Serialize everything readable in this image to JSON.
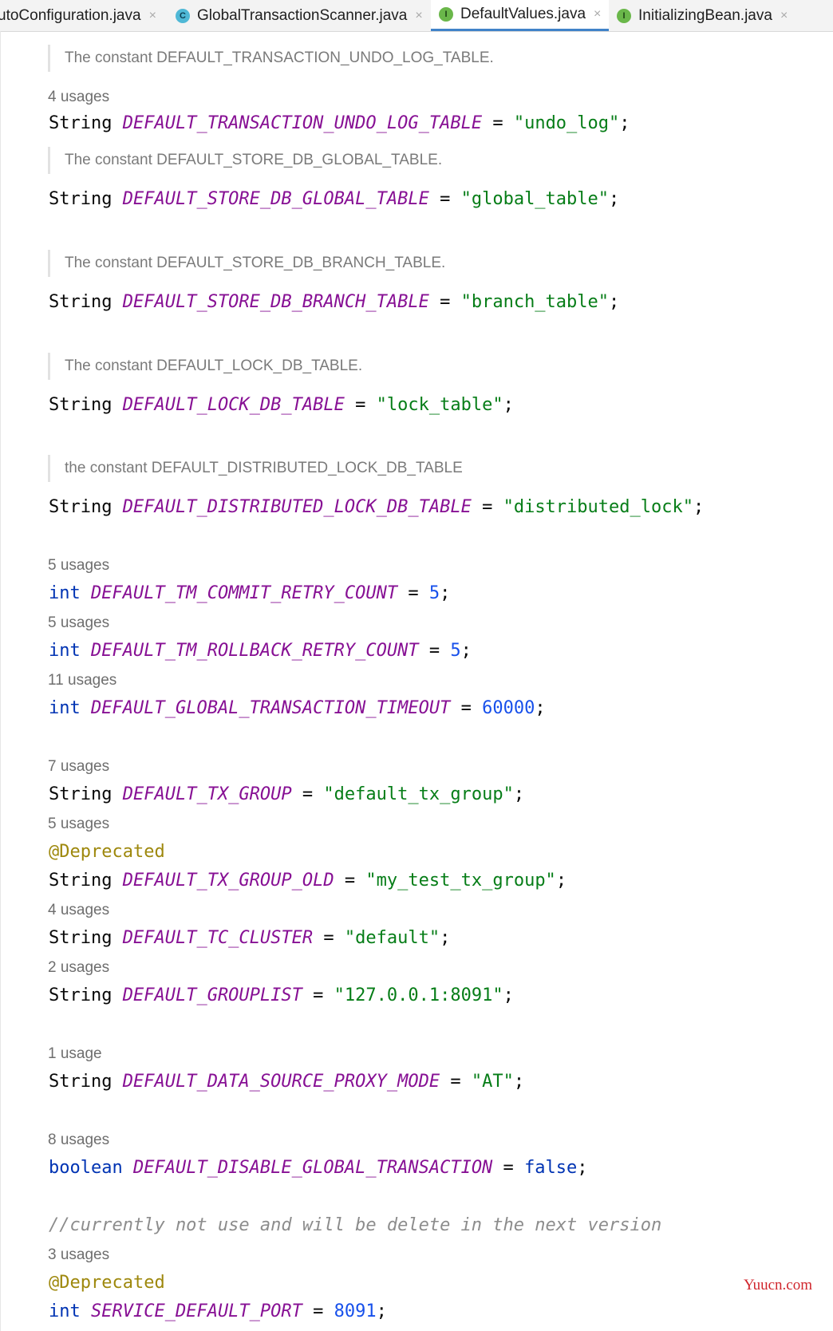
{
  "tabs": [
    {
      "label": "utoConfiguration.java",
      "icon": "",
      "active": false
    },
    {
      "label": "GlobalTransactionScanner.java",
      "icon": "class-icon",
      "icon_glyph": "C",
      "active": false
    },
    {
      "label": "DefaultValues.java",
      "icon": "interface-icon",
      "icon_glyph": "I",
      "active": true
    },
    {
      "label": "InitializingBean.java",
      "icon": "interface-icon",
      "icon_glyph": "I",
      "active": false
    }
  ],
  "close_glyph": "×",
  "docs": [
    "The constant DEFAULT_TRANSACTION_UNDO_LOG_TABLE.",
    "The constant DEFAULT_STORE_DB_GLOBAL_TABLE.",
    "The constant DEFAULT_STORE_DB_BRANCH_TABLE.",
    "The constant DEFAULT_LOCK_DB_TABLE.",
    "the constant DEFAULT_DISTRIBUTED_LOCK_DB_TABLE"
  ],
  "usages": [
    "4 usages",
    "5 usages",
    "5 usages",
    "11 usages",
    "7 usages",
    "5 usages",
    "4 usages",
    "2 usages",
    "1 usage",
    "8 usages",
    "3 usages"
  ],
  "annotation": "@Deprecated",
  "comment": "//currently not use and will be delete in the next version",
  "fields": [
    {
      "type": "String",
      "name": "DEFAULT_TRANSACTION_UNDO_LOG_TABLE",
      "value": "\"undo_log\""
    },
    {
      "type": "String",
      "name": "DEFAULT_STORE_DB_GLOBAL_TABLE",
      "value": "\"global_table\""
    },
    {
      "type": "String",
      "name": "DEFAULT_STORE_DB_BRANCH_TABLE",
      "value": "\"branch_table\""
    },
    {
      "type": "String",
      "name": "DEFAULT_LOCK_DB_TABLE",
      "value": "\"lock_table\""
    },
    {
      "type": "String",
      "name": "DEFAULT_DISTRIBUTED_LOCK_DB_TABLE",
      "value": "\"distributed_lock\""
    },
    {
      "type": "int",
      "name": "DEFAULT_TM_COMMIT_RETRY_COUNT",
      "value": "5"
    },
    {
      "type": "int",
      "name": "DEFAULT_TM_ROLLBACK_RETRY_COUNT",
      "value": "5"
    },
    {
      "type": "int",
      "name": "DEFAULT_GLOBAL_TRANSACTION_TIMEOUT",
      "value": "60000"
    },
    {
      "type": "String",
      "name": "DEFAULT_TX_GROUP",
      "value": "\"default_tx_group\""
    },
    {
      "type": "String",
      "name": "DEFAULT_TX_GROUP_OLD",
      "value": "\"my_test_tx_group\""
    },
    {
      "type": "String",
      "name": "DEFAULT_TC_CLUSTER",
      "value": "\"default\""
    },
    {
      "type": "String",
      "name": "DEFAULT_GROUPLIST",
      "value": "\"127.0.0.1:8091\""
    },
    {
      "type": "String",
      "name": "DEFAULT_DATA_SOURCE_PROXY_MODE",
      "value": "\"AT\""
    },
    {
      "type": "boolean",
      "name": "DEFAULT_DISABLE_GLOBAL_TRANSACTION",
      "value": "false"
    },
    {
      "type": "int",
      "name": "SERVICE_DEFAULT_PORT",
      "value": "8091"
    }
  ],
  "syntax": {
    "equals": " = ",
    "semicolon": ";"
  },
  "watermark": "Yuucn.com"
}
